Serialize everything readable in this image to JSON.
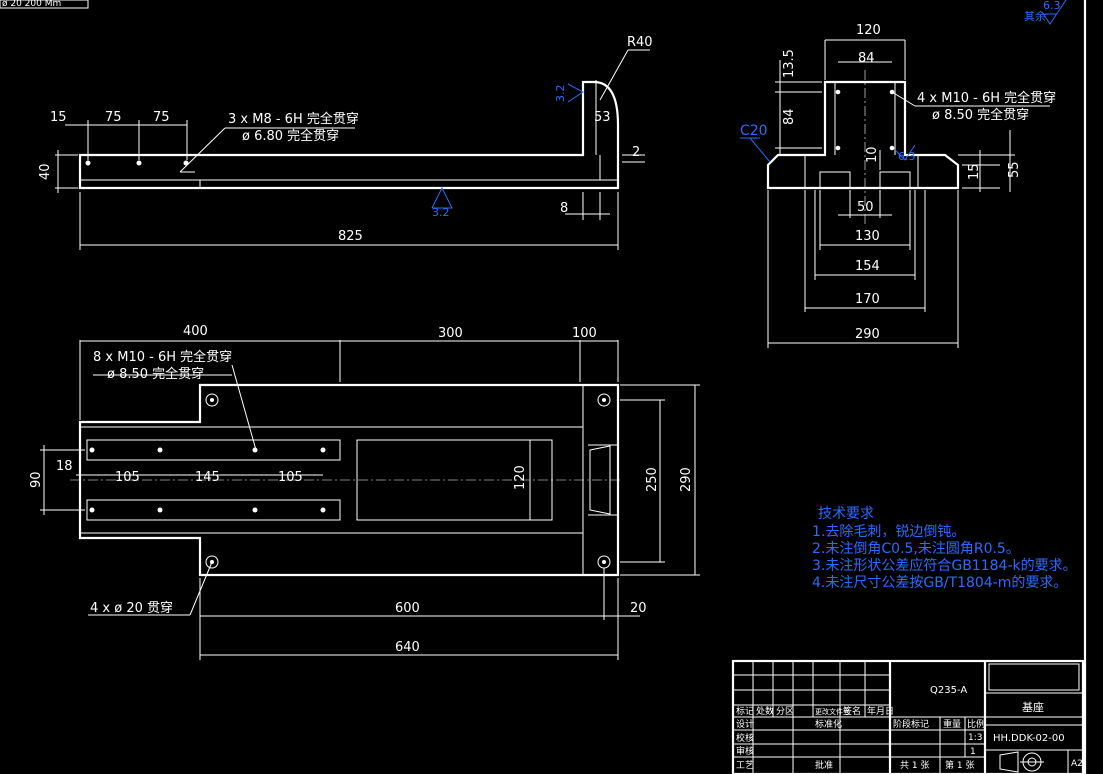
{
  "corner_note": "ø 20 200 Mm",
  "roughness_global": "6.3",
  "roughness_global_suffix": "其余",
  "front_view": {
    "dims": {
      "d15": "15",
      "d75a": "75",
      "d75b": "75",
      "h40": "40",
      "len825": "825",
      "r40": "R40",
      "d53": "53",
      "d2": "2",
      "d8": "8"
    },
    "hole_note_line1": "3 x  M8 - 6H 完全贯穿",
    "hole_note_line2": "ø  6.80 完全贯穿",
    "rough_a": "3.2",
    "rough_b": "3.2"
  },
  "side_view": {
    "dims": {
      "d120": "120",
      "d84": "84",
      "d13_5": "13.5",
      "d84v": "84",
      "d10": "10",
      "d50": "50",
      "d130": "130",
      "d154": "154",
      "d170": "170",
      "d290": "290",
      "d15": "15",
      "d55": "55",
      "c20": "C20"
    },
    "hole_note_line1": "4 x  M10 - 6H 完全贯穿",
    "hole_note_line2": "ø  8.50 完全贯穿",
    "rough": "6.3"
  },
  "top_view": {
    "dims": {
      "d400": "400",
      "d300": "300",
      "d100": "100",
      "d18": "18",
      "d105a": "105",
      "d145": "145",
      "d105b": "105",
      "d90": "90",
      "d120": "120",
      "d250": "250",
      "d290": "290",
      "d600": "600",
      "d20": "20",
      "d640": "640"
    },
    "hole_note_line1": "8 x  M10 - 6H 完全贯穿",
    "hole_note_line2": "ø  8.50 完全贯穿",
    "bolt_note": "4 x ø  20 贯穿"
  },
  "tech_requirements": {
    "title": "技术要求",
    "items": [
      "1.去除毛刺，锐边倒钝。",
      "2.未注倒角C0.5,未注圆角R0.5。",
      "3.未注形状公差应符合GB1184-k的要求。",
      "4.未注尺寸公差按GB/T1804-m的要求。"
    ]
  },
  "title_block": {
    "material": "Q235-A",
    "part_name": "基座",
    "drawing_no": "HH.DDK-02-00",
    "scale": "1:3",
    "sheet_size": "A2",
    "header_cells": [
      "标记",
      "处数",
      "分区",
      "更改文件号",
      "签名",
      "年月日"
    ],
    "row_labels": [
      "设计",
      "校核",
      "审核",
      "工艺"
    ],
    "mid_labels": [
      "标准化",
      "批准"
    ],
    "right_labels": [
      "阶段标记",
      "重量",
      "比例"
    ],
    "sheet_info": [
      "共  1 张",
      "第  1 张"
    ],
    "count": "1"
  },
  "colors": {
    "line": "#ffffff",
    "annotation": "#2b6bff",
    "background": "#000000"
  }
}
